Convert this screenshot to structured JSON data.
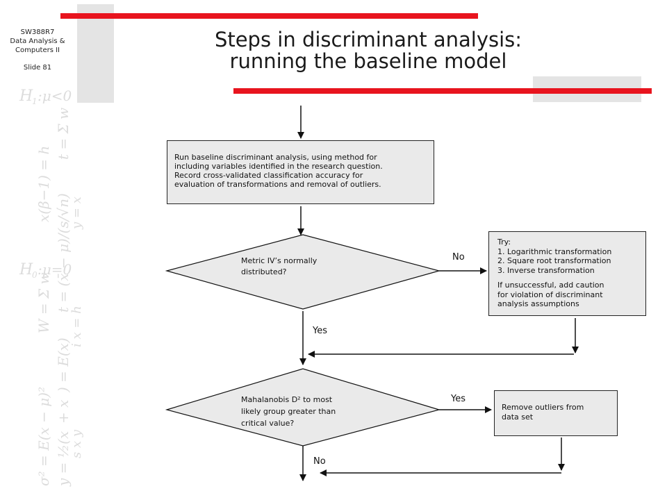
{
  "sidebar": {
    "course_code": "SW388R7",
    "course_name_1": "Data Analysis &",
    "course_name_2": "Computers II",
    "slide": "Slide 81"
  },
  "title": {
    "line1": "Steps in discriminant analysis:",
    "line2": "running the baseline model"
  },
  "flowchart": {
    "baseline_box": {
      "lines": [
        "Run baseline discriminant analysis, using method for",
        "including variables identified in the research question.",
        "Record cross-validated classification accuracy for",
        "evaluation of transformations and removal of outliers."
      ]
    },
    "decision_normality": {
      "lines": [
        "Metric IV’s normally",
        "distributed?"
      ]
    },
    "try_box": {
      "lines": [
        "Try:",
        "1. Logarithmic transformation",
        "2. Square root transformation",
        "3. Inverse transformation",
        "",
        "If unsuccessful, add caution",
        "for violation of discriminant",
        "analysis assumptions"
      ]
    },
    "decision_outliers": {
      "lines": [
        "Mahalanobis D² to most",
        "likely group greater than",
        "critical value?"
      ]
    },
    "remove_box": {
      "lines": [
        "Remove outliers from",
        "data set"
      ]
    },
    "labels": {
      "normality_no": "No",
      "normality_yes": "Yes",
      "outliers_yes": "Yes",
      "outliers_no": "No"
    }
  },
  "colors": {
    "accent_red": "#e8141e",
    "deco_gray": "#e4e4e4",
    "box_fill": "#eaeaea"
  }
}
